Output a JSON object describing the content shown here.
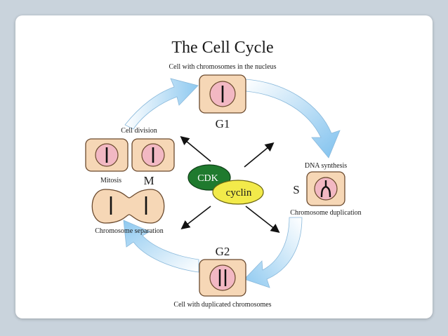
{
  "title": "The Cell Cycle",
  "labels": {
    "top": "Cell with chromosomes in the nucleus",
    "bottom": "Cell with duplicated chromosomes",
    "cell_division": "Cell division",
    "mitosis": "Mitosis",
    "chromosome_separation": "Chromosome separation",
    "dna_synthesis": "DNA synthesis",
    "chromosome_duplication": "Chromosome duplication"
  },
  "phases": {
    "g1": "G1",
    "s": "S",
    "g2": "G2",
    "m": "M"
  },
  "center": {
    "cdk": "CDK",
    "cyclin": "cyclin"
  },
  "colors": {
    "background": "#c9d3dc",
    "cell_fill": "#f6d7b6",
    "nucleus_fill": "#f2b8c3",
    "cdk_green": "#1f7a2e",
    "cyclin_yellow": "#f2ea4a",
    "arrow_blue": "#a9d4f2"
  }
}
